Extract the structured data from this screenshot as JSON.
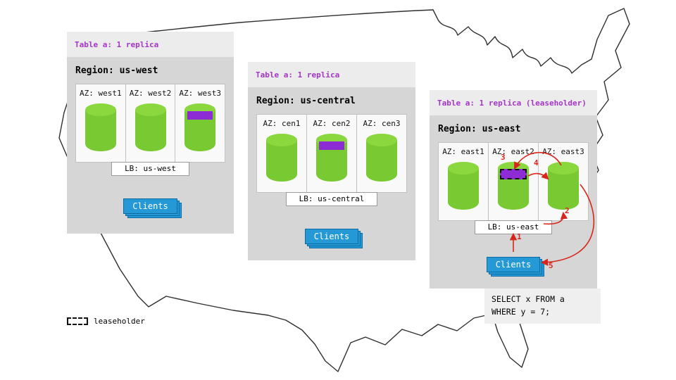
{
  "colors": {
    "accent_purple": "#a435c8",
    "replica_purple": "#8d2bd4",
    "cylinder_green": "#79c932",
    "cylinder_top_green": "#8bd83e",
    "clients_blue": "#2599d6",
    "clients_border_blue": "#0f6ca3",
    "arrow_red": "#d9261c",
    "panel_gray": "#d6d6d6",
    "header_gray": "#ececec"
  },
  "legend": {
    "label": "leaseholder"
  },
  "query": {
    "line1": "SELECT x FROM a",
    "line2": "WHERE y = 7;"
  },
  "flow_steps": [
    "1",
    "2",
    "3",
    "4",
    "5"
  ],
  "regions": [
    {
      "id": "us-west",
      "table_label": "Table a: 1 replica",
      "region_label": "Region: us-west",
      "azs": [
        {
          "label": "AZ: west1",
          "replica": false,
          "leaseholder": false
        },
        {
          "label": "AZ: west2",
          "replica": false,
          "leaseholder": false
        },
        {
          "label": "AZ: west3",
          "replica": true,
          "leaseholder": false
        }
      ],
      "lb_label": "LB: us-west",
      "clients_label": "Clients"
    },
    {
      "id": "us-central",
      "table_label": "Table a: 1 replica",
      "region_label": "Region: us-central",
      "azs": [
        {
          "label": "AZ: cen1",
          "replica": false,
          "leaseholder": false
        },
        {
          "label": "AZ: cen2",
          "replica": true,
          "leaseholder": false
        },
        {
          "label": "AZ: cen3",
          "replica": false,
          "leaseholder": false
        }
      ],
      "lb_label": "LB: us-central",
      "clients_label": "Clients"
    },
    {
      "id": "us-east",
      "table_label": "Table a: 1 replica (leaseholder)",
      "region_label": "Region: us-east",
      "azs": [
        {
          "label": "AZ: east1",
          "replica": false,
          "leaseholder": false
        },
        {
          "label": "AZ: east2",
          "replica": true,
          "leaseholder": true
        },
        {
          "label": "AZ: east3",
          "replica": false,
          "leaseholder": false
        }
      ],
      "lb_label": "LB: us-east",
      "clients_label": "Clients"
    }
  ]
}
